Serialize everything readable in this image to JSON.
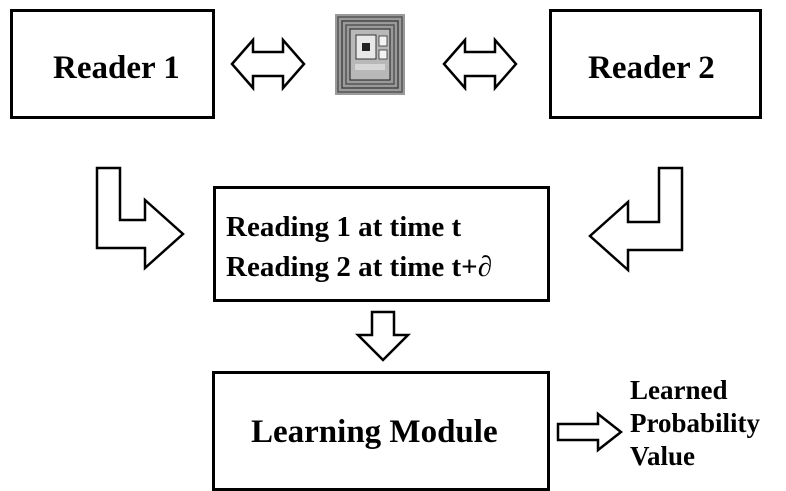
{
  "readers": {
    "reader1_label": "Reader 1",
    "reader2_label": "Reader 2"
  },
  "readings": {
    "line1": "Reading 1 at time t",
    "line2": "Reading 2 at time t+∂"
  },
  "learning_module": {
    "label": "Learning Module"
  },
  "output": {
    "line1": "Learned",
    "line2": "Probability",
    "line3": "Value"
  },
  "colors": {
    "stroke": "#000000",
    "tag_gray": "#8a8a8a"
  },
  "icons": {
    "tag": "rfid-tag-icon"
  }
}
